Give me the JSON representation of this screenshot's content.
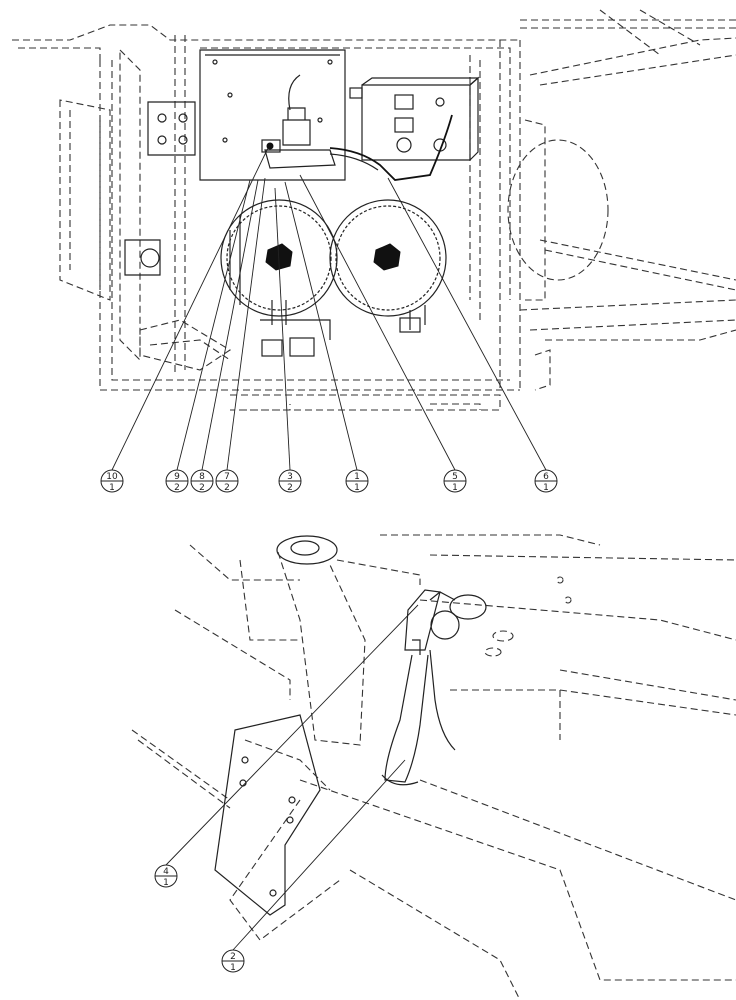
{
  "views": {
    "upper": {
      "callouts": [
        {
          "item": "10",
          "qty": "1"
        },
        {
          "item": "9",
          "qty": "2"
        },
        {
          "item": "8",
          "qty": "2"
        },
        {
          "item": "7",
          "qty": "2"
        },
        {
          "item": "3",
          "qty": "2"
        },
        {
          "item": "1",
          "qty": "1"
        },
        {
          "item": "5",
          "qty": "1"
        },
        {
          "item": "6",
          "qty": "1"
        }
      ]
    },
    "lower": {
      "callouts": [
        {
          "item": "4",
          "qty": "1"
        },
        {
          "item": "2",
          "qty": "1"
        }
      ]
    }
  }
}
